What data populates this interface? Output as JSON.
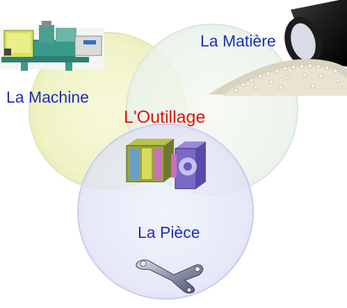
{
  "diagram": {
    "labels": {
      "machine": "La Machine",
      "matiere": "La Matière",
      "outillage": "L'Outillage",
      "piece": "La Pièce"
    },
    "colors": {
      "machine_label": "#1f2fb0",
      "matiere_label": "#1f2fb0",
      "outillage_label": "#e0140f",
      "piece_label": "#1f2fb0",
      "machine_circle": "#f4f6c8",
      "matiere_circle": "#eef4ee",
      "piece_circle": "#e2e4f6"
    },
    "images": {
      "machine": "injection-molding-machine-image",
      "matiere": "pipe-and-plastic-pellets-image",
      "outillage": "mold-tooling-image",
      "piece": "molded-part-image"
    }
  }
}
